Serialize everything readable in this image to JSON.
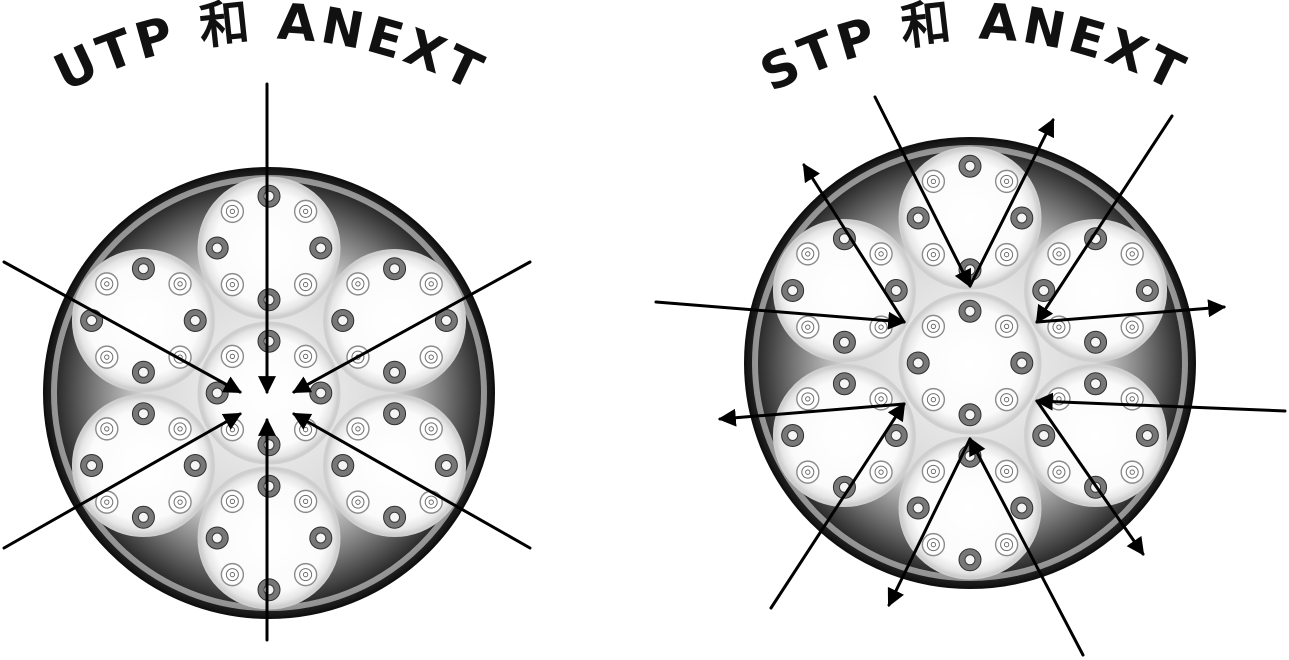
{
  "panels": [
    {
      "id": "utp",
      "title": "UTP 和 ANEXT"
    },
    {
      "id": "stp",
      "title": "STP 和 ANEXT"
    }
  ],
  "colors": {
    "background": "#ffffff",
    "jacket_dark": "#111111",
    "jacket_light": "#f3f3f3",
    "subcable_fill": "#efefef",
    "subcable_edge": "#cfcfcf",
    "conductor_dark": "#444444",
    "conductor_mid": "#777777",
    "arrow": "#000000"
  }
}
